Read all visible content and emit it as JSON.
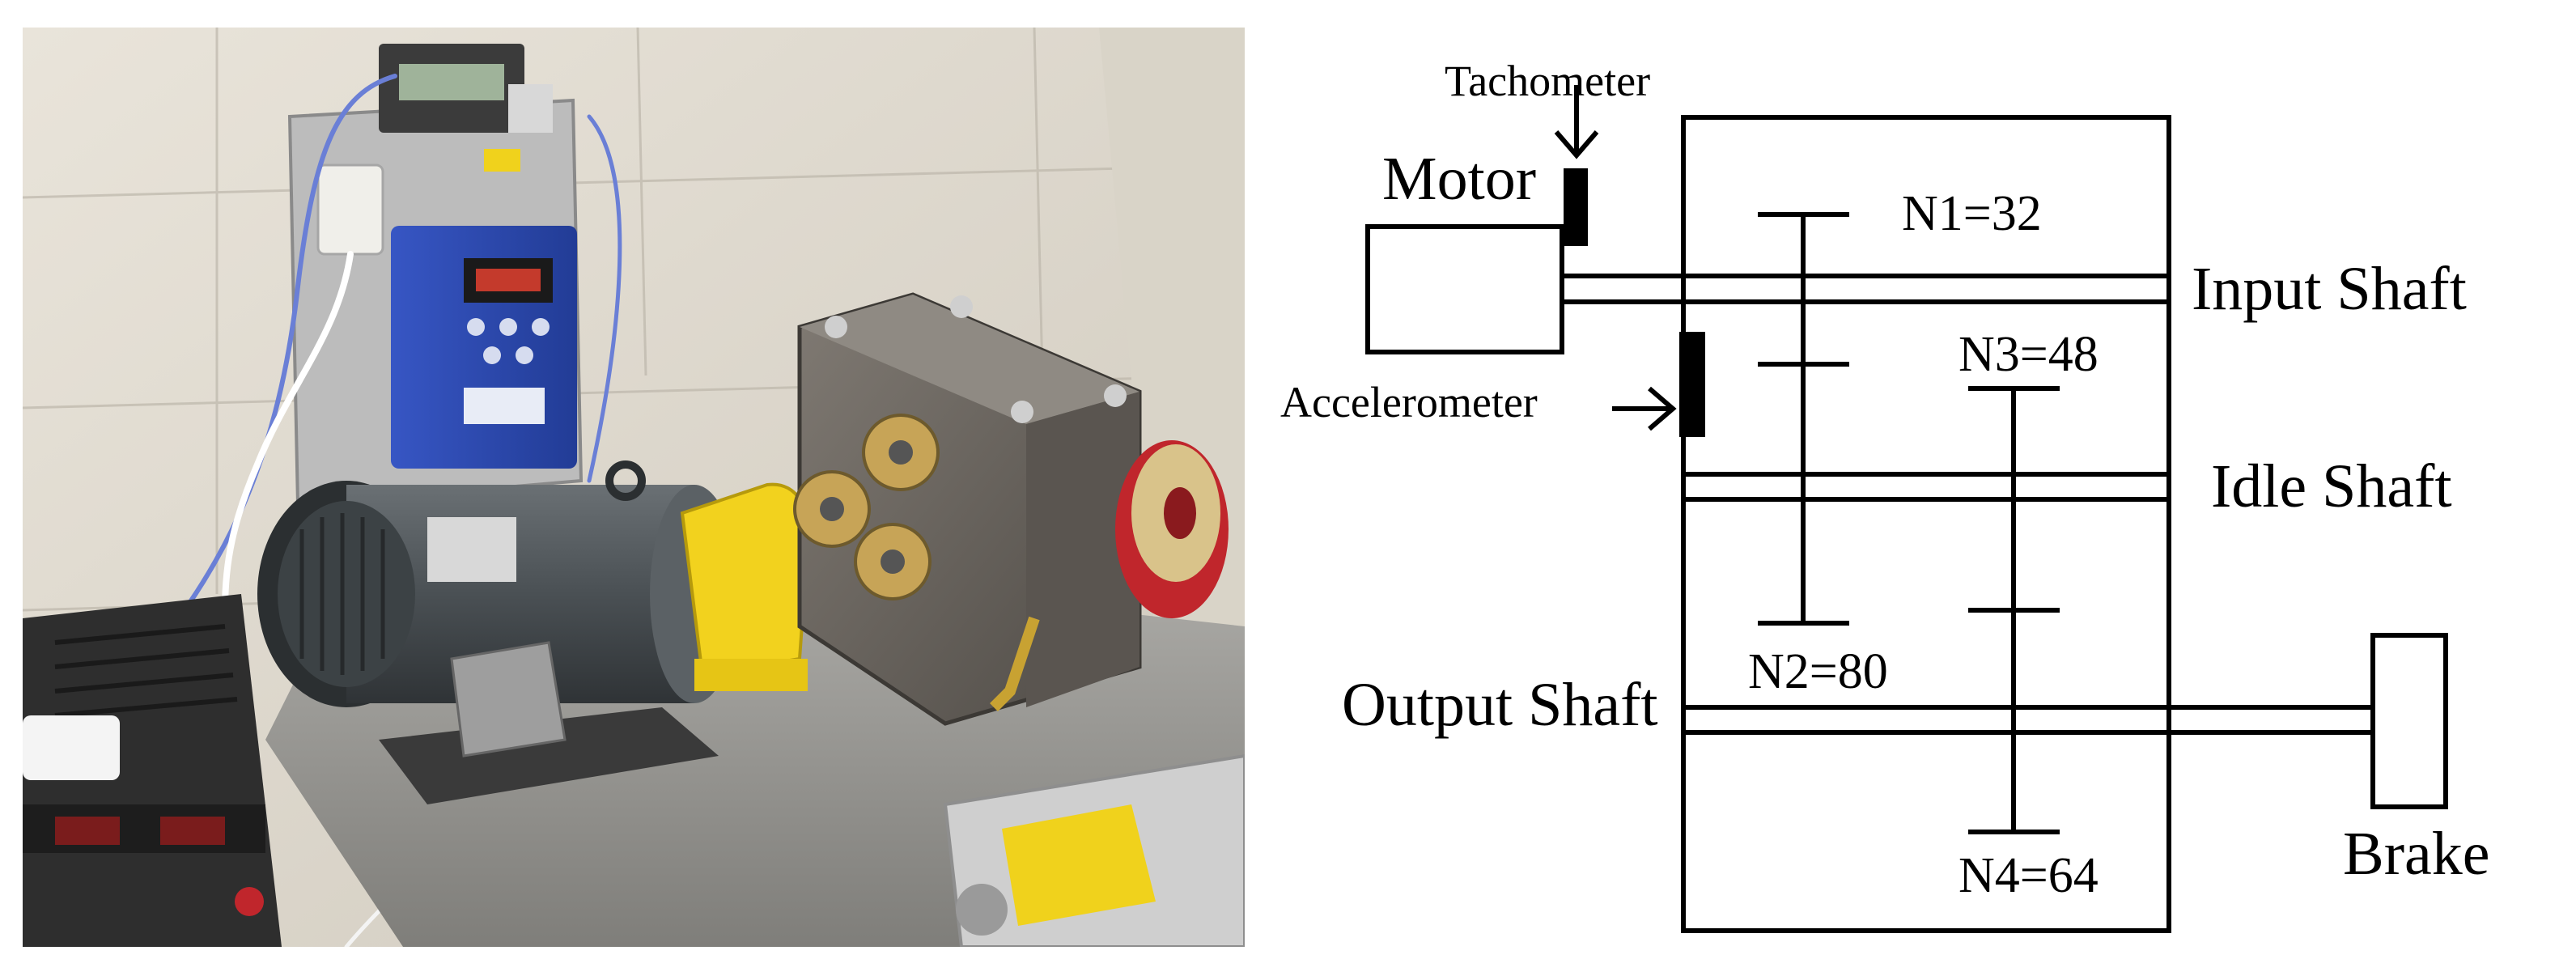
{
  "photo": {
    "description_icon": "test-rig-photo"
  },
  "diagram": {
    "labels": {
      "tachometer": "Tachometer",
      "motor": "Motor",
      "accelerometer": "Accelerometer",
      "input_shaft": "Input Shaft",
      "idle_shaft": "Idle Shaft",
      "output_shaft": "Output Shaft",
      "brake": "Brake"
    },
    "gears": {
      "n1": "N1=32",
      "n2": "N2=80",
      "n3": "N3=48",
      "n4": "N4=64"
    }
  },
  "colors": {
    "line": "#000000",
    "drive_blue": "#2f4fb8",
    "coupling_yellow": "#f2d21e",
    "motor_gray": "#4d5357",
    "gearbox_gray": "#6e6a66",
    "brake_red": "#c0262c",
    "bench_gray": "#9b9a97"
  }
}
